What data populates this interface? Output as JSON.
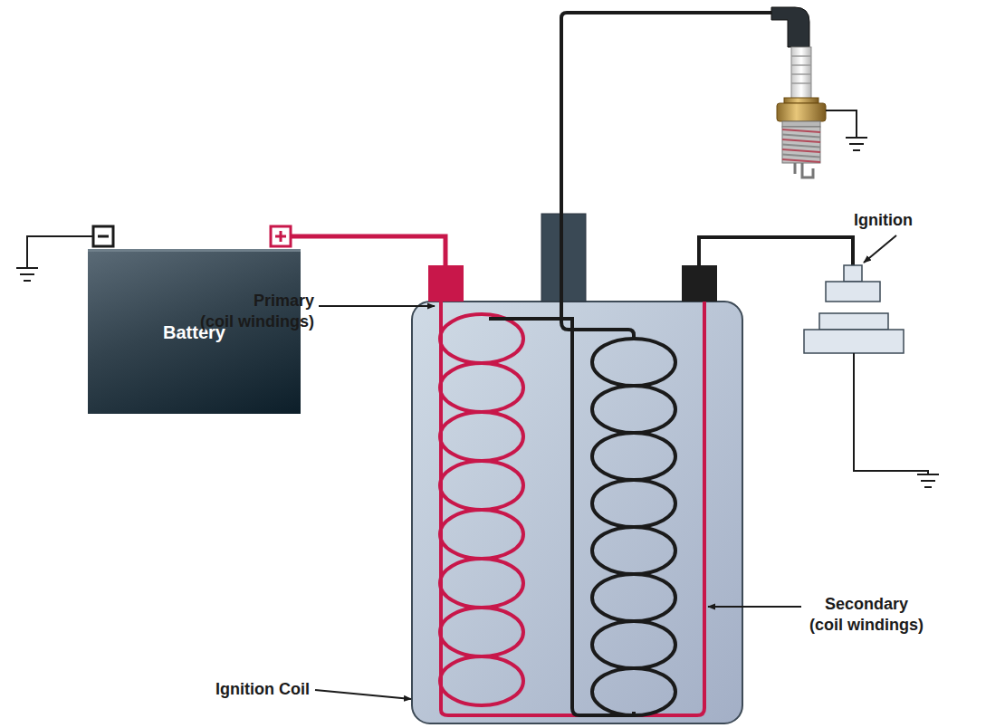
{
  "diagram": {
    "nodes": [
      {
        "text": [
          "Battery"
        ]
      }
    ],
    "labels": [
      "Primary (coil windings)",
      "Secondary (coil windings)",
      "Ignition Coil",
      "Ignition"
    ]
  }
}
